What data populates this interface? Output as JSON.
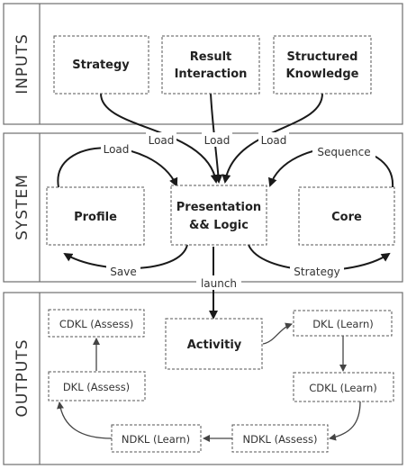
{
  "sections": {
    "inputs": "INPUTS",
    "system": "SYSTEM",
    "outputs": "OUTPUTS"
  },
  "inputs": {
    "strategy": "Strategy",
    "result_interaction": [
      "Result",
      "Interaction"
    ],
    "structured_knowledge": [
      "Structured",
      "Knowledge"
    ]
  },
  "system": {
    "profile": "Profile",
    "presentation_logic": [
      "Presentation",
      "&& Logic"
    ],
    "core": "Core"
  },
  "outputs": {
    "cdkl_assess": "CDKL (Assess)",
    "dkl_assess": "DKL (Assess)",
    "activity": "Activitiy",
    "dkl_learn": "DKL (Learn)",
    "cdkl_learn": "CDKL (Learn)",
    "ndkl_learn": "NDKL (Learn)",
    "ndkl_assess": "NDKL (Assess)"
  },
  "edges": {
    "load_1": "Load",
    "load_2": "Load",
    "load_3": "Load",
    "load_profile": "Load",
    "sequence": "Sequence",
    "save": "Save",
    "strategy": "Strategy",
    "launch": "launch"
  }
}
